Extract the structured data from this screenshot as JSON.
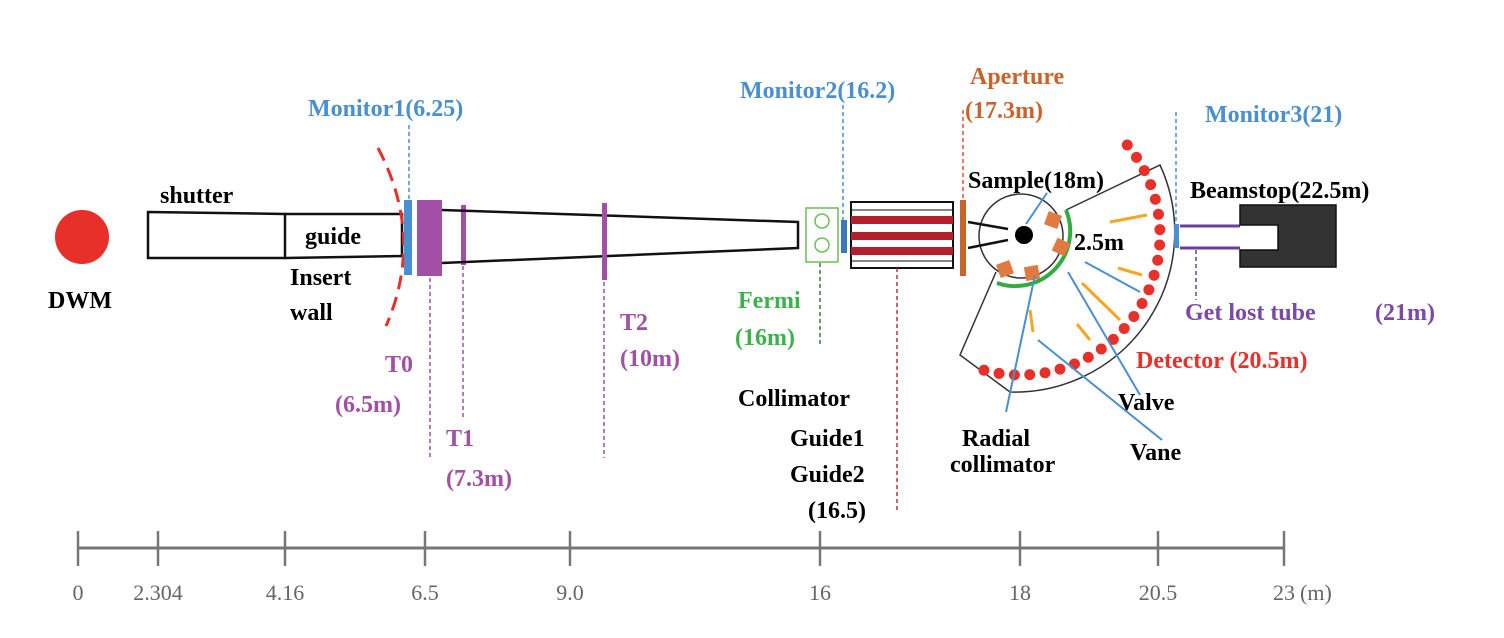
{
  "colors": {
    "blue": "#4a8fd0",
    "purple": "#a24fa6",
    "green": "#3cb34a",
    "orange": "#c9642c",
    "red": "#e8302a",
    "black": "#111111",
    "axis": "#777777"
  },
  "labels": {
    "dwm": "DWM",
    "shutter": "shutter",
    "guide": "guide",
    "insert": "Insert",
    "wall": "wall",
    "monitor1": "Monitor1(6.25)",
    "t0": "T0",
    "t0_pos": "(6.5m)",
    "t1": "T1",
    "t1_pos": "(7.3m)",
    "t2": "T2",
    "t2_pos": "(10m)",
    "monitor2": "Monitor2(16.2)",
    "fermi": "Fermi",
    "fermi_pos": "(16m)",
    "collimator": "Collimator",
    "guide1": "Guide1",
    "guide2": "Guide2",
    "coll_pos": "(16.5)",
    "aperture": "Aperture",
    "aperture_pos": "(17.3m)",
    "sample": "Sample(18m)",
    "radius": "2.5m",
    "radial": "Radial",
    "collimator2": "collimator",
    "valve": "Valve",
    "vane": "Vane",
    "detector": "Detector (20.5m)",
    "monitor3": "Monitor3(21)",
    "beamstop": "Beamstop(22.5m)",
    "getlost": "Get lost tube",
    "getlost_pos": "(21m)"
  },
  "axis": {
    "unit": "(m)",
    "ticks": [
      {
        "v": 0,
        "label": "0"
      },
      {
        "v": 2.304,
        "label": "2.304"
      },
      {
        "v": 4.16,
        "label": "4.16"
      },
      {
        "v": 6.5,
        "label": "6.5"
      },
      {
        "v": 9.0,
        "label": "9.0"
      },
      {
        "v": 16,
        "label": "16"
      },
      {
        "v": 18,
        "label": "18"
      },
      {
        "v": 20.5,
        "label": "20.5"
      },
      {
        "v": 23,
        "label": "23"
      }
    ]
  }
}
